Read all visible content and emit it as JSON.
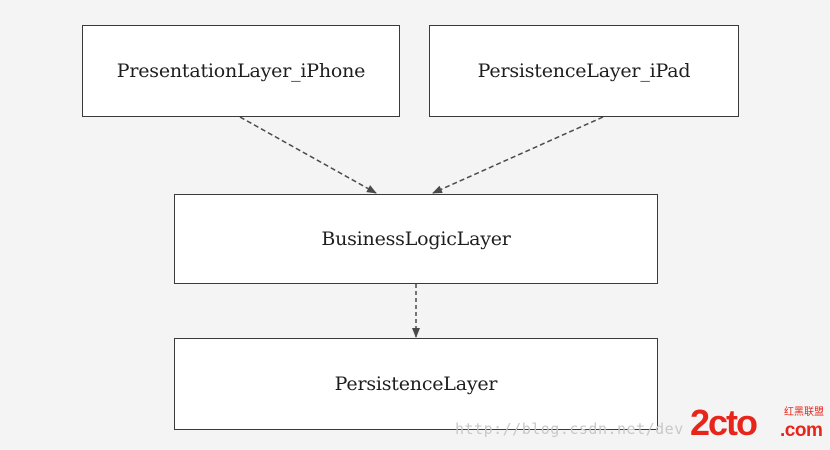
{
  "diagram": {
    "nodes": {
      "presentation_iphone": "PresentationLayer_iPhone",
      "persistence_ipad": "PersistenceLayer_iPad",
      "business_logic": "BusinessLogicLayer",
      "persistence": "PersistenceLayer"
    },
    "edges": [
      {
        "from": "PresentationLayer_iPhone",
        "to": "BusinessLogicLayer",
        "style": "dashed-arrow"
      },
      {
        "from": "PersistenceLayer_iPad",
        "to": "BusinessLogicLayer",
        "style": "dashed-arrow"
      },
      {
        "from": "BusinessLogicLayer",
        "to": "PersistenceLayer",
        "style": "dashed-arrow"
      }
    ]
  },
  "watermark": {
    "url": "http://blog.csdn.net/dev",
    "logo_main": "2cto",
    "logo_cn": "红黑联盟",
    "logo_com": ".com"
  },
  "colors": {
    "box_border": "#3a3a3a",
    "arrow": "#4a4a4a",
    "logo": "#e8251b"
  }
}
